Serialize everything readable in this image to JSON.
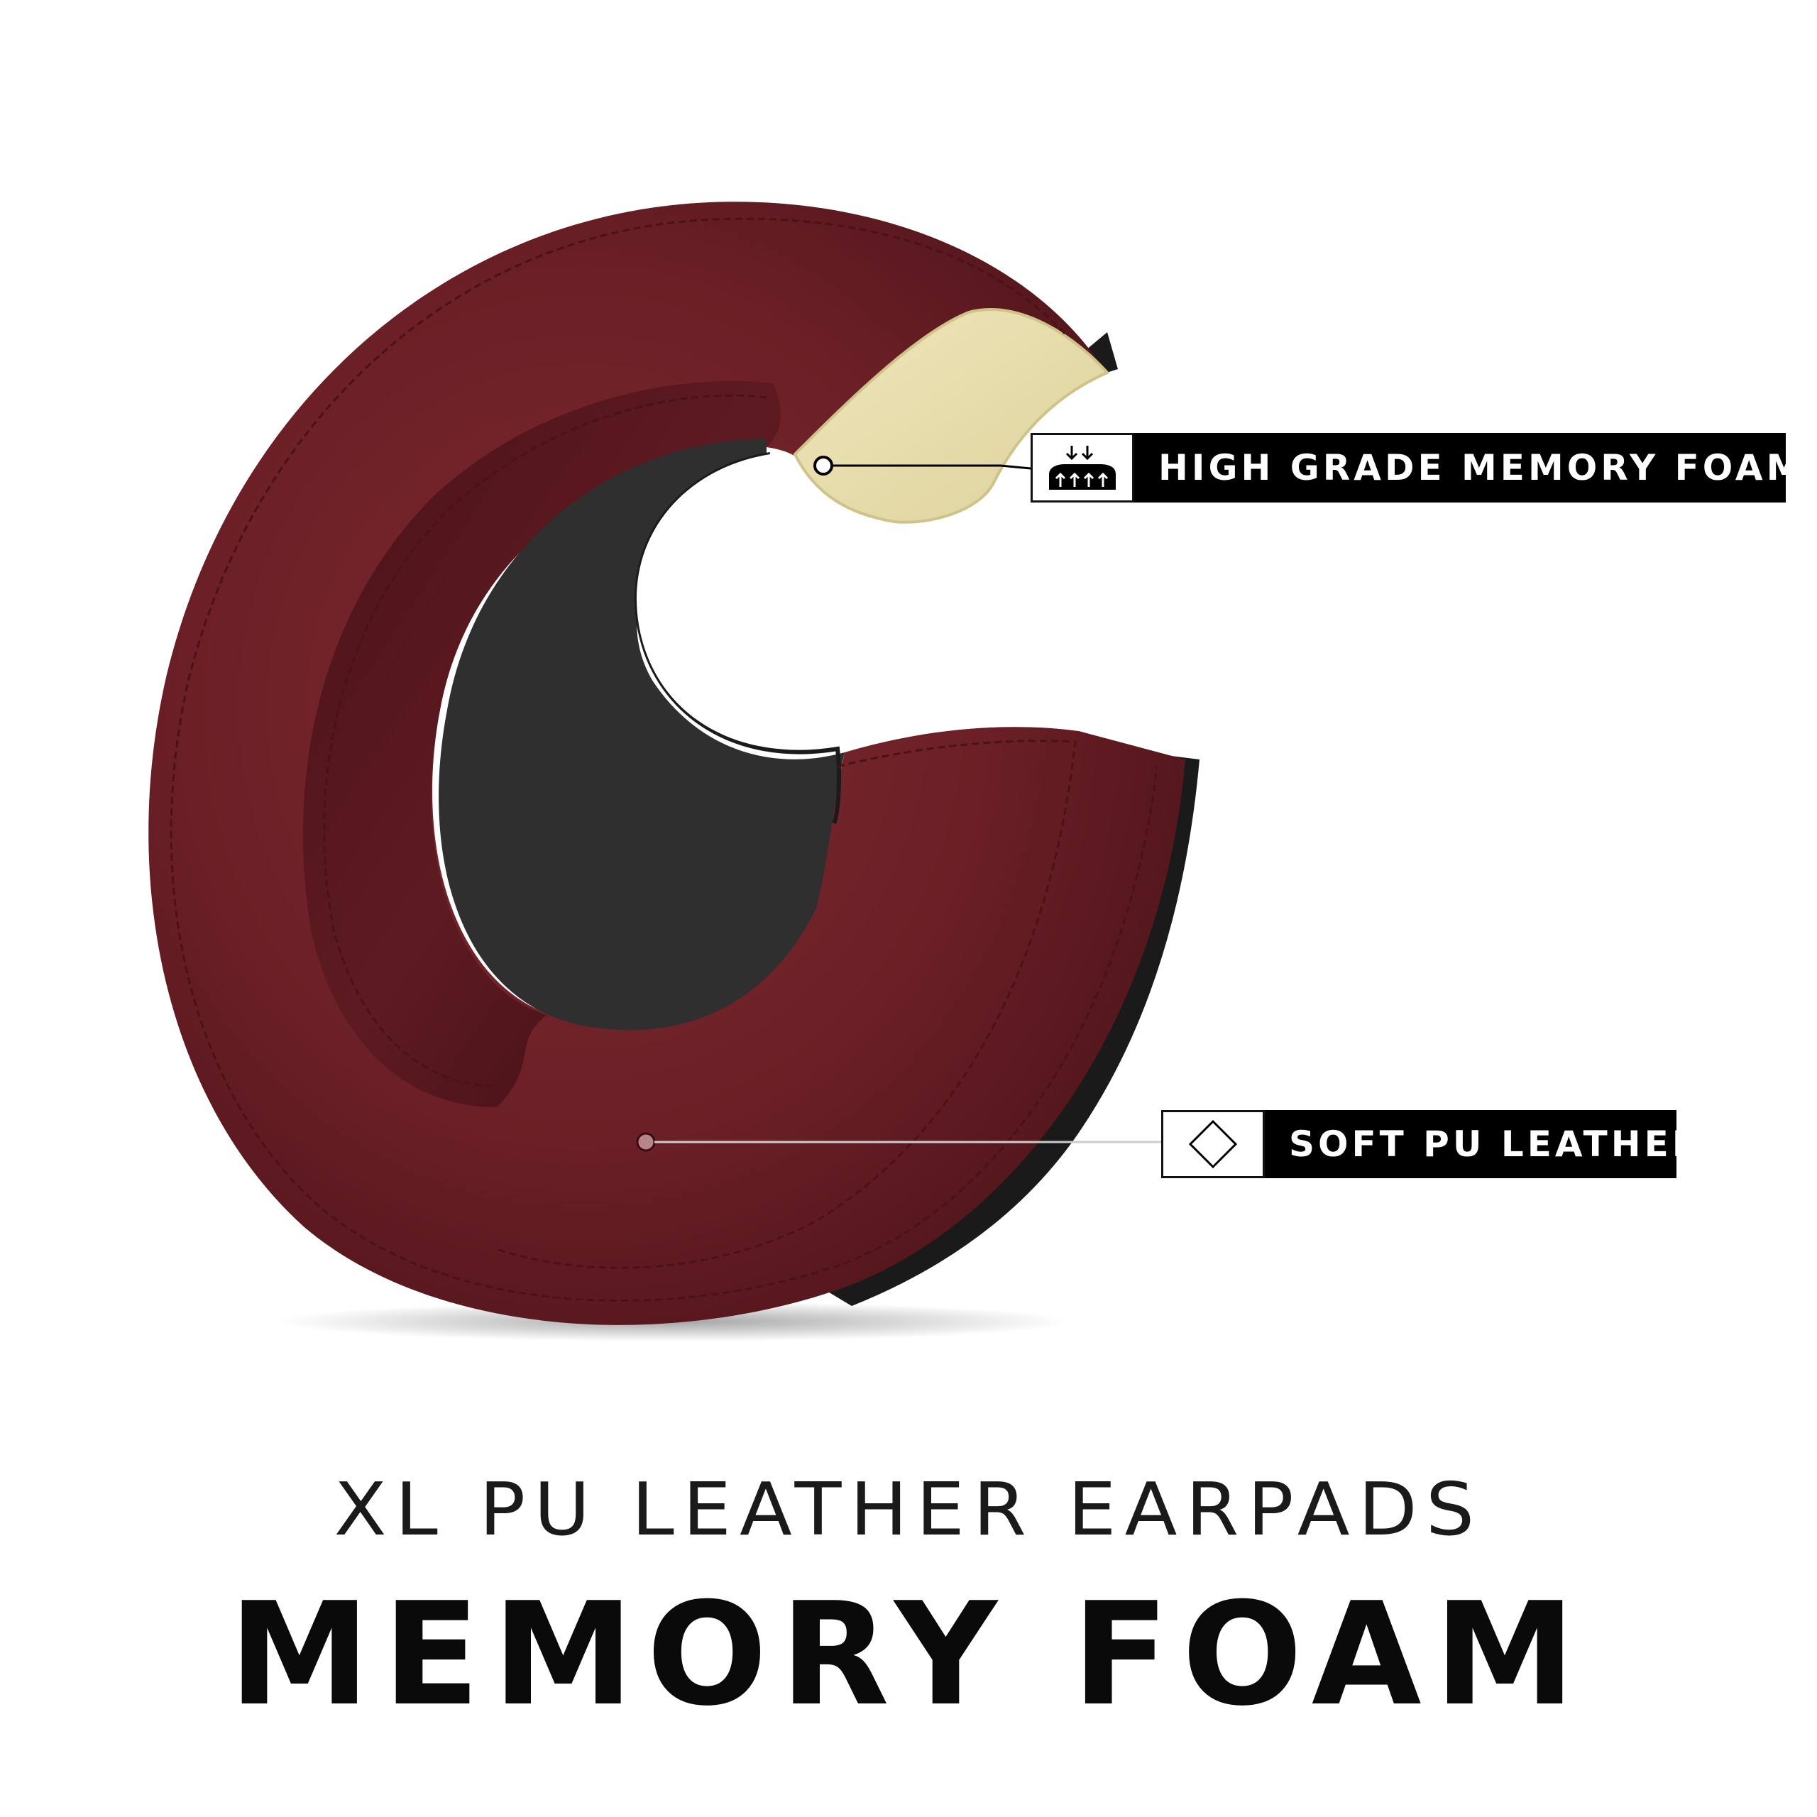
{
  "product": {
    "subtitle": "XL PU LEATHER EARPADS",
    "title": "MEMORY FOAM"
  },
  "callouts": [
    {
      "label": "HIGH GRADE MEMORY FOAM",
      "icon": "foam-compression-icon"
    },
    {
      "label": "SOFT PU LEATHER",
      "icon": "diamond-icon"
    }
  ],
  "colors": {
    "leather": "#6b1f26",
    "leather_dark": "#3f0f14",
    "foam": "#e9e0b0",
    "mesh": "#2e2e2e",
    "label_background": "#000000",
    "label_text": "#ffffff"
  }
}
